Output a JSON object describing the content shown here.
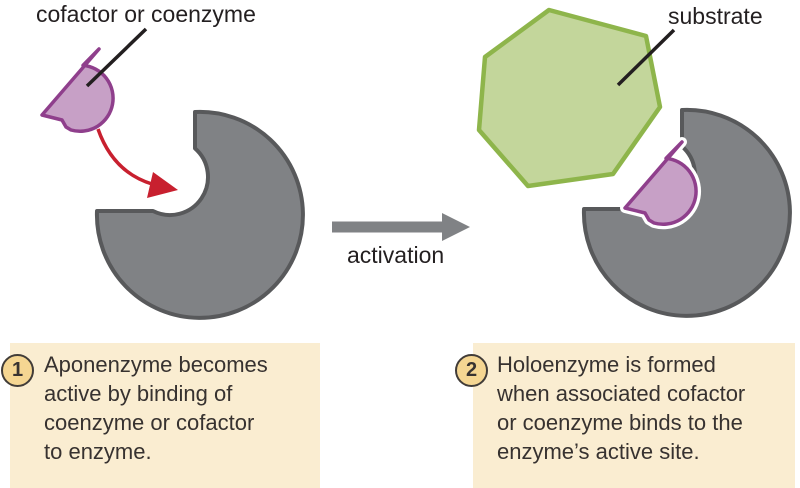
{
  "panel_left": {
    "label": "cofactor or coenzyme",
    "caption": {
      "number": "1",
      "text": "Aponenzyme becomes\nactive by binding of\ncoenzyme or cofactor\nto enzyme."
    }
  },
  "transition": {
    "arrow_label": "activation"
  },
  "panel_right": {
    "label": "substrate",
    "caption": {
      "number": "2",
      "text": "Holoenzyme is formed\nwhen associated cofactor\nor coenzyme binds to the\nenzyme’s active site."
    }
  },
  "shapes": {
    "apoenzyme": "gray pac-man circle with circular active-site notch",
    "cofactor": "purple wedge with round bulge",
    "substrate": "green rounded hexagon",
    "binding_arrow": "red curved arrow into active site",
    "activation_arrow": "gray right arrow"
  },
  "colors": {
    "enzyme_fill": "#808285",
    "enzyme_outline": "#58595B",
    "cofactor_fill": "#C7A0C6",
    "cofactor_outline": "#8F3F8C",
    "substrate_fill": "#C3D69B",
    "substrate_outline": "#8EB54B",
    "red_arrow": "#C8202F",
    "gray_arrow": "#808285",
    "leader_line": "#231F20",
    "caption_bg": "#FAEDD1",
    "badge_bg": "#F5D692",
    "badge_border": "#413C38",
    "text": "#231F20",
    "white_gap": "#FFFFFF"
  }
}
